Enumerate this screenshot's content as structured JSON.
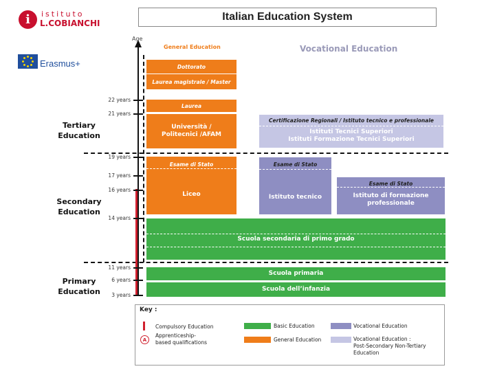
{
  "logo": {
    "mark": "i",
    "line1": "istituto",
    "line2": "L.COBIANCHI"
  },
  "erasmus": {
    "label": "Erasmus+"
  },
  "title": "Italian Education System",
  "axis": {
    "label": "Age"
  },
  "headings": {
    "general": "General Education",
    "vocational": "Vocational Education"
  },
  "ages": [
    {
      "label": "22 years"
    },
    {
      "label": "21 years"
    },
    {
      "label": "19 years"
    },
    {
      "label": "17 years"
    },
    {
      "label": "16 years"
    },
    {
      "label": "14 years"
    },
    {
      "label": "11 years"
    },
    {
      "label": "6 years"
    },
    {
      "label": "3 years"
    }
  ],
  "levels": {
    "tertiary": [
      "Tertiary",
      "Education"
    ],
    "secondary": [
      "Secondary",
      "Education"
    ],
    "primary": [
      "Primary",
      "Education"
    ]
  },
  "general_boxes": {
    "dottorato": "Dottorato",
    "laurea_magistrale": "Laurea magistrale / Master",
    "laurea": "Laurea",
    "universita": [
      "Università /",
      "Politecnici /AFAM"
    ],
    "esame_liceo": "Esame di Stato",
    "liceo": "Liceo"
  },
  "vocational_boxes": {
    "cert_line": "Certificazione Regionali / Istituto tecnico e professionale",
    "its1": "Istituti Tecnici Superiori",
    "its2": "Istituti Formazione Tecnici Superiori",
    "esame_tecnico": "Esame di Stato",
    "istituto_tecnico": "Istituto tecnico",
    "esame_prof": "Esame di Stato",
    "istituto_prof": [
      "Istituto di formazione",
      "professionale"
    ]
  },
  "basic_boxes": {
    "secondaria": "Scuola secondaria di primo grado",
    "primaria": "Scuola primaria",
    "infanzia": "Scuola dell’infanzia"
  },
  "key": {
    "title": "Key :",
    "compulsory": "Compulsory Education",
    "apprentice": [
      "Apprenticeship-",
      "based qualifications"
    ],
    "apprentice_mark": "A",
    "basic": "Basic Education",
    "general": "General Education",
    "vocational": "Vocational Education",
    "postsec": [
      "Vocational Education :",
      "Post-Secondary Non-Tertiary",
      "Education"
    ]
  },
  "colors": {
    "general": "#ef7d1a",
    "basic": "#3fae49",
    "vocational": "#8e8ec2",
    "postsecondary": "#c5c6e4",
    "compulsory": "#d0202e"
  }
}
